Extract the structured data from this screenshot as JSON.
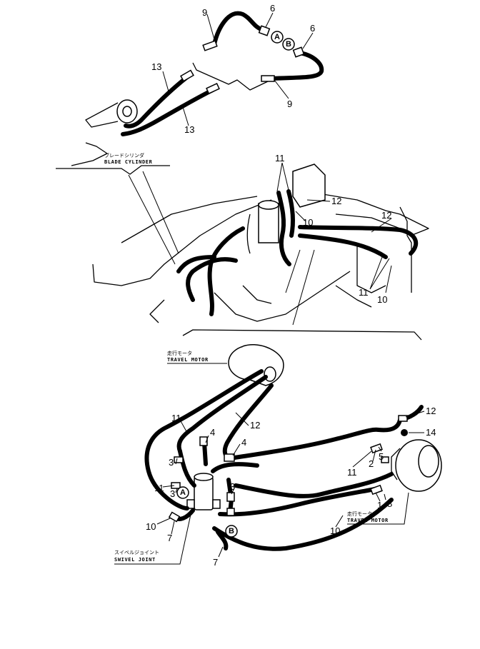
{
  "labels": {
    "blade_cylinder_jp": "ブレードシリンダ",
    "blade_cylinder_en": "BLADE CYLINDER",
    "travel_motor_top_jp": "走行モータ",
    "travel_motor_top_en": "TRAVEL MOTOR",
    "travel_motor_right_jp": "走行モータ",
    "travel_motor_right_en": "TRAVEL MOTOR",
    "swivel_joint_jp": "スイベルジョイント",
    "swivel_joint_en": "SWIVEL JOINT"
  },
  "callouts": {
    "top_9a": "9",
    "top_6a": "6",
    "top_6b": "6",
    "top_9b": "9",
    "top_13a": "13",
    "top_13b": "13",
    "mid_11a": "11",
    "mid_12a": "12",
    "mid_10a": "10",
    "mid_12b": "12",
    "mid_11b": "11",
    "mid_10b": "10",
    "bot_11a": "11",
    "bot_12a": "12",
    "bot_4a": "4",
    "bot_4b": "4",
    "bot_3a": "3",
    "bot_11b": "11",
    "bot_3b": "3",
    "bot_3c": "3",
    "bot_10a": "10",
    "bot_7a": "7",
    "bot_7b": "7",
    "bot_12b": "12",
    "bot_14": "14",
    "bot_5": "5",
    "bot_2": "2",
    "bot_11c": "11",
    "bot_1": "1",
    "bot_8": "8",
    "bot_10b": "10"
  },
  "ports": {
    "a_top": "A",
    "b_top": "B",
    "a_bottom": "A",
    "b_bottom": "B"
  }
}
